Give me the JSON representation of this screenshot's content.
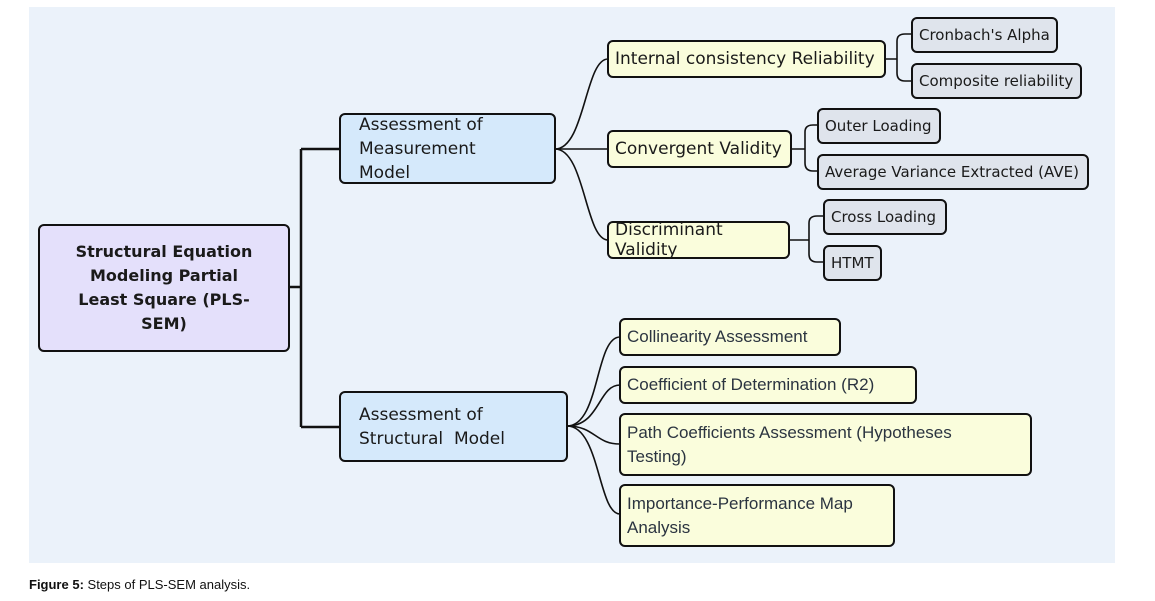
{
  "diagram": {
    "root": {
      "label": "Structural Equation Modeling Partial Least Square (PLS-SEM)"
    },
    "branches": [
      {
        "label": "Assessment of Measurement Model",
        "children": [
          {
            "label": "Internal consistency Reliability",
            "children": [
              "Cronbach's Alpha",
              "Composite reliability"
            ]
          },
          {
            "label": "Convergent Validity",
            "children": [
              "Outer Loading",
              "Average Variance Extracted (AVE)"
            ]
          },
          {
            "label": "Discriminant Validity",
            "children": [
              "Cross Loading",
              "HTMT"
            ]
          }
        ]
      },
      {
        "label": "Assessment of Structural  Model",
        "children": [
          {
            "label": "Collinearity Assessment"
          },
          {
            "label": "Coefficient of Determination (R2)"
          },
          {
            "label": "Path Coefficients Assessment (Hypotheses Testing)"
          },
          {
            "label": "Importance-Performance Map Analysis"
          }
        ]
      }
    ]
  },
  "caption": {
    "prefix": "Figure 5:",
    "text": " Steps of PLS-SEM analysis."
  },
  "colors": {
    "background": "#ebf2fa",
    "root_fill": "#e4e0fb",
    "level1_fill": "#d5e9fb",
    "level2_fill": "#fafddc",
    "level3_fill": "#dfe4ec",
    "stroke": "#111111"
  }
}
